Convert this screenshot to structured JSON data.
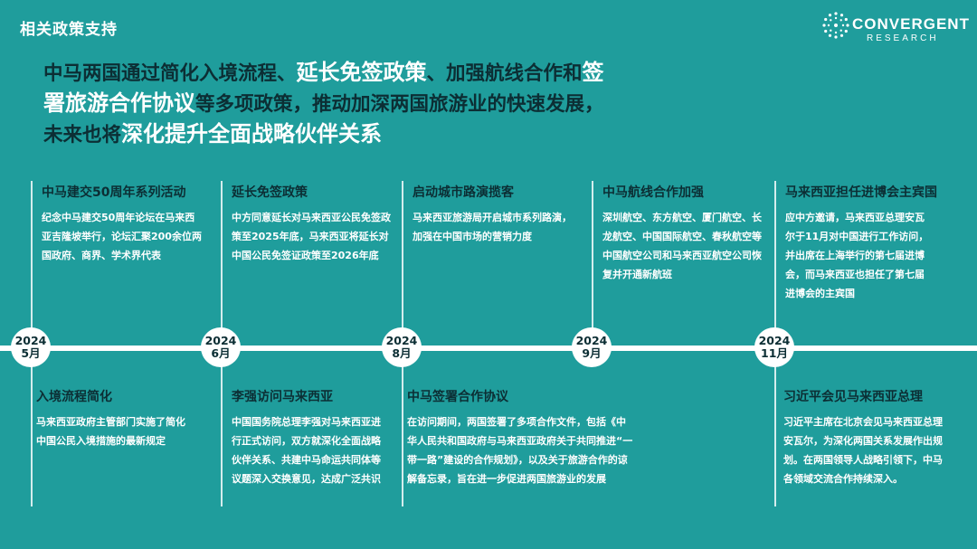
{
  "page": {
    "title": "相关政策支持"
  },
  "logo": {
    "brand": "CONVERGENT",
    "sub": "RESEARCH"
  },
  "headline": {
    "segments": [
      {
        "text": "中马两国通过简化入境流程、",
        "hl": false
      },
      {
        "text": "延长免签政策",
        "hl": true
      },
      {
        "text": "、加强航线合作和",
        "hl": false
      },
      {
        "text": "签署旅游合作协议",
        "hl": true
      },
      {
        "text": "等多项政策，推动加深两国旅游业的快速发展，未来也将",
        "hl": false
      },
      {
        "text": "深化提升全面战略伙伴关系",
        "hl": true
      }
    ]
  },
  "timeline": {
    "nodes": [
      {
        "year": "2024",
        "month": "5月"
      },
      {
        "year": "2024",
        "month": "6月"
      },
      {
        "year": "2024",
        "month": "8月"
      },
      {
        "year": "2024",
        "month": "9月"
      },
      {
        "year": "2024",
        "month": "11月"
      }
    ],
    "top_events": [
      {
        "title": "中马建交50周年系列活动",
        "body": "纪念中马建交50周年论坛在马来西亚吉隆坡举行，论坛汇聚200余位两国政府、商界、学术界代表"
      },
      {
        "title": "延长免签政策",
        "body": "中方同意延长对马来西亚公民免签政策至2025年底，马来西亚将延长对中国公民免签证政策至2026年底"
      },
      {
        "title": "启动城市路演揽客",
        "body": "马来西亚旅游局开启城市系列路演，加强在中国市场的营销力度"
      },
      {
        "title": "中马航线合作加强",
        "body": "深圳航空、东方航空、厦门航空、长龙航空、中国国际航空、春秋航空等中国航空公司和马来西亚航空公司恢复并开通新航班"
      },
      {
        "title": "马来西亚担任进博会主宾国",
        "body": "应中方邀请，马来西亚总理安瓦尔于11月对中国进行工作访问，并出席在上海举行的第七届进博会，而马来西亚也担任了第七届进博会的主宾国"
      }
    ],
    "bottom_events": [
      {
        "title": "入境流程简化",
        "body": "马来西亚政府主管部门实施了简化中国公民入境措施的最新规定"
      },
      {
        "title": "李强访问马来西亚",
        "body": "中国国务院总理李强对马来西亚进行正式访问，双方就深化全面战略伙伴关系、共建中马命运共同体等议题深入交换意见，达成广泛共识"
      },
      {
        "title": "中马签署合作协议",
        "body": "在访问期间，两国签署了多项合作文件，包括《中华人民共和国政府与马来西亚政府关于共同推进“一带一路”建设的合作规划》，以及关于旅游合作的谅解备忘录，旨在进一步促进两国旅游业的发展"
      },
      {
        "title": "习近平会见马来西亚总理",
        "body": "习近平主席在北京会见马来西亚总理安瓦尔，为深化两国关系发展作出规划。在两国领导人战略引领下，中马各领域交流合作持续深入。"
      }
    ]
  }
}
